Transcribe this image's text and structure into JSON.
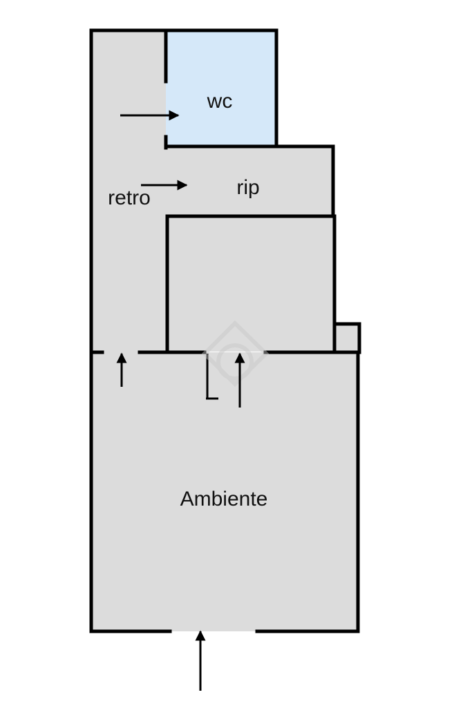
{
  "plan": {
    "rooms": {
      "wc": {
        "label": "wc",
        "fill": "#d5e8f9"
      },
      "rip": {
        "label": "rip",
        "fill": "#dcdcdc"
      },
      "retro": {
        "label": "retro",
        "fill": "#dcdcdc"
      },
      "storage": {
        "label": "",
        "fill": "#dcdcdc"
      },
      "ambiente": {
        "label": "Ambiente",
        "fill": "#dcdcdc"
      }
    },
    "colors": {
      "wall": "#000000",
      "background": "#ffffff",
      "watermark": "#c8c8c8"
    }
  }
}
